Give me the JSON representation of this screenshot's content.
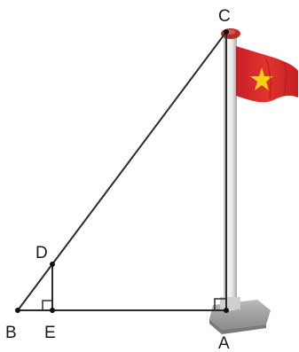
{
  "points": {
    "A": "A",
    "B": "B",
    "C": "C",
    "D": "D",
    "E": "E"
  },
  "colors": {
    "line": "#2b2b2b",
    "pole": "#e2e2e2",
    "flag_red": "#d8272e",
    "flag_star": "#f7d117",
    "pole_cap": "#c0392b",
    "base": "#9e9e9e"
  },
  "icons": [
    "flagpole",
    "vietnam-flag",
    "right-angle-marker"
  ]
}
